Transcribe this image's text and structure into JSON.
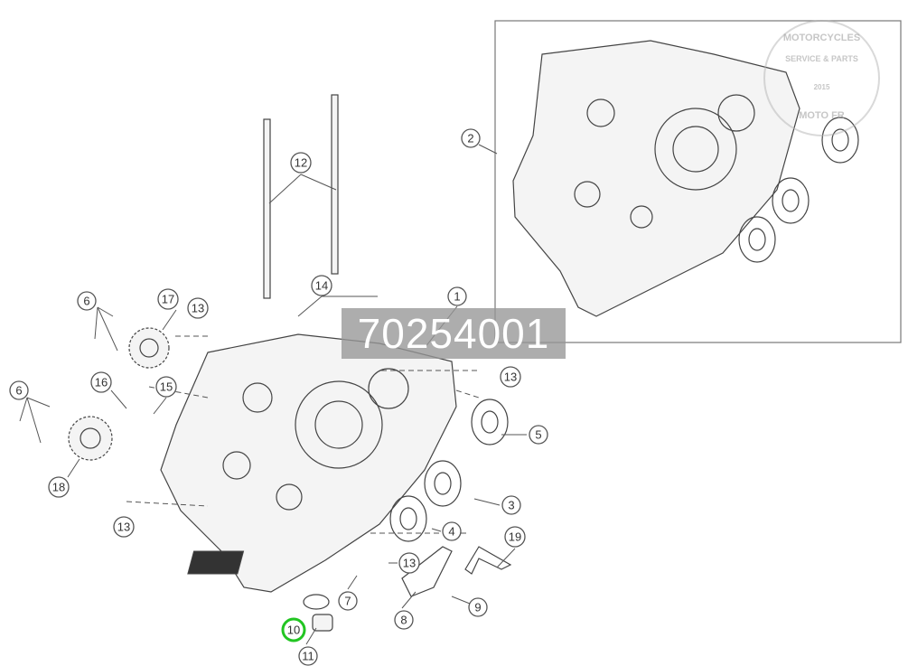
{
  "diagram": {
    "part_number_label": "70254001",
    "watermark": {
      "top": "MOTORCYCLES",
      "middle": "SERVICE & PARTS",
      "year": "2015",
      "bottom": "MOTO FR"
    },
    "highlight_color": "#22c522",
    "highlighted_callout": "10",
    "callouts": [
      {
        "id": "c2",
        "label": "2"
      },
      {
        "id": "c12",
        "label": "12"
      },
      {
        "id": "c14",
        "label": "14"
      },
      {
        "id": "c1",
        "label": "1"
      },
      {
        "id": "c6a",
        "label": "6"
      },
      {
        "id": "c17",
        "label": "17"
      },
      {
        "id": "c13a",
        "label": "13"
      },
      {
        "id": "c6b",
        "label": "6"
      },
      {
        "id": "c16",
        "label": "16"
      },
      {
        "id": "c15",
        "label": "15"
      },
      {
        "id": "c18",
        "label": "18"
      },
      {
        "id": "c13b",
        "label": "13"
      },
      {
        "id": "c5",
        "label": "5"
      },
      {
        "id": "c3",
        "label": "3"
      },
      {
        "id": "c4",
        "label": "4"
      },
      {
        "id": "c13c",
        "label": "13"
      },
      {
        "id": "c19",
        "label": "19"
      },
      {
        "id": "c13d",
        "label": "13"
      },
      {
        "id": "c7",
        "label": "7"
      },
      {
        "id": "c9",
        "label": "9"
      },
      {
        "id": "c8",
        "label": "8"
      },
      {
        "id": "c10",
        "label": "10"
      },
      {
        "id": "c11",
        "label": "11"
      }
    ]
  }
}
